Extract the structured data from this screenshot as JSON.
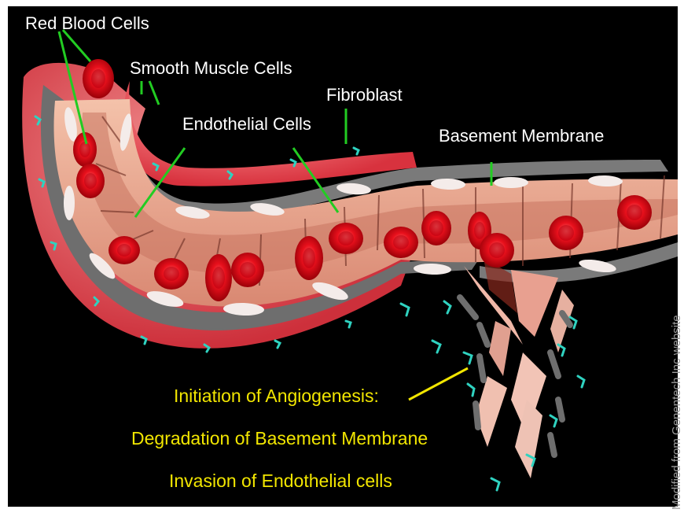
{
  "labels": {
    "red_blood_cells": "Red Blood Cells",
    "smooth_muscle_cells": "Smooth Muscle Cells",
    "endothelial_cells": "Endothelial Cells",
    "fibroblast": "Fibroblast",
    "basement_membrane": "Basement Membrane"
  },
  "caption": {
    "line1": "Initiation of Angiogenesis:",
    "line2": "Degradation of Basement Membrane",
    "line3": "Invasion of Endothelial cells"
  },
  "credit": "Modified from Genentech Inc website",
  "colors": {
    "background": "#000000",
    "label_text": "#ffffff",
    "caption_text": "#f2e600",
    "leader_line": "#22cc22",
    "caption_line": "#f2e600",
    "smooth_muscle": "#e8505a",
    "fibroblast": "#2fd2c0",
    "basement_membrane": "#6e6e6e",
    "endothelial": "#e9a48c",
    "red_blood_cell": "#e0101a"
  }
}
